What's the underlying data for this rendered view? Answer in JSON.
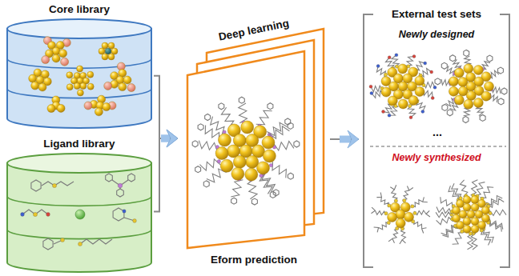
{
  "diagram": {
    "nodes": [
      {
        "text": [
          "Core library"
        ]
      },
      {
        "text": [
          "Ligand library"
        ]
      },
      {
        "text": [
          "Deep learning",
          "Eform prediction"
        ]
      },
      {
        "text": [
          "External test sets"
        ]
      },
      {
        "text": [
          "Newly designed"
        ],
        "in": 3
      },
      {
        "text": [
          "Newly synthesized"
        ],
        "in": 3
      }
    ],
    "edges": [
      {
        "from": 0,
        "to": 2,
        "arrow": "to"
      },
      {
        "from": 1,
        "to": 2,
        "arrow": "to"
      },
      {
        "from": 2,
        "to": 3,
        "arrow": "to"
      }
    ],
    "labels": [
      "..."
    ]
  }
}
